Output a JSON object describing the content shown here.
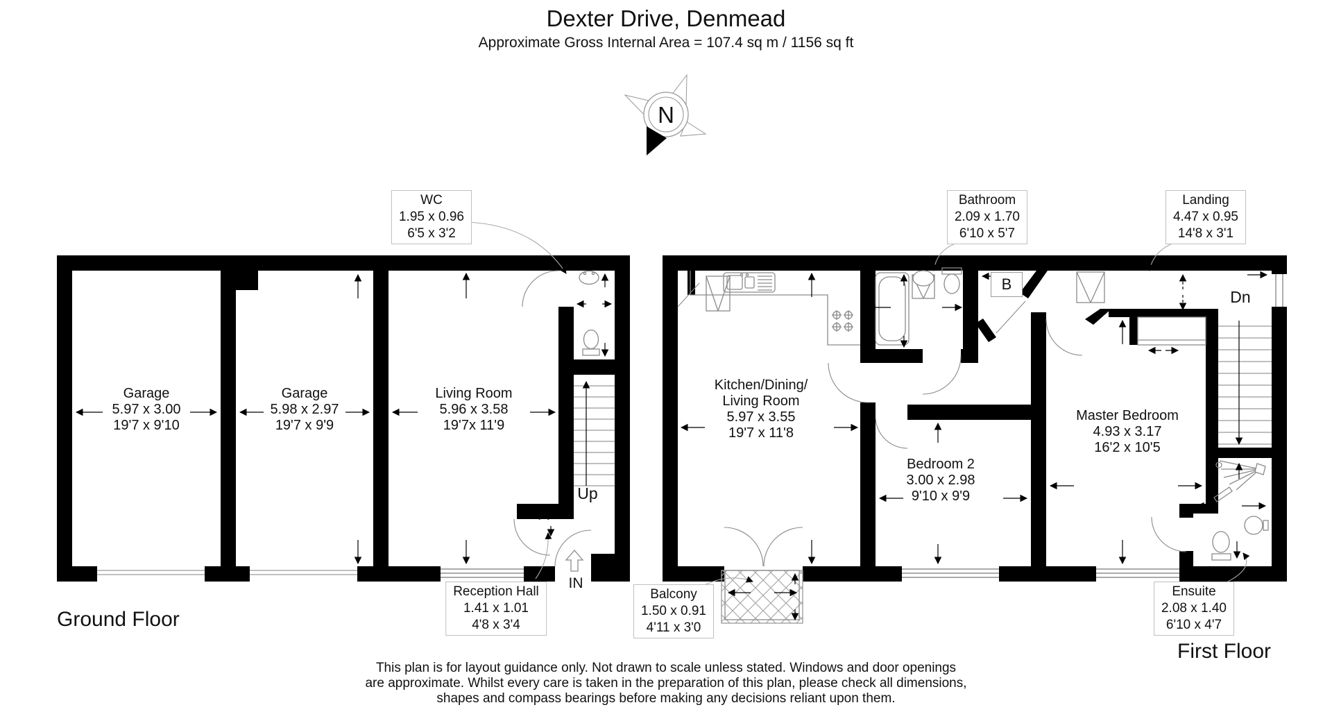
{
  "header": {
    "title": "Dexter Drive, Denmead",
    "subtitle": "Approximate Gross Internal Area = 107.4 sq m / 1156 sq ft"
  },
  "compass": {
    "label": "N"
  },
  "ground_floor": {
    "floor_label": "Ground Floor",
    "stairs_label": "Up",
    "entrance_label": "IN",
    "rooms": {
      "garage1": {
        "name": "Garage",
        "metric": "5.97 x 3.00",
        "imperial": "19'7 x 9'10"
      },
      "garage2": {
        "name": "Garage",
        "metric": "5.98 x 2.97",
        "imperial": "19'7 x 9'9"
      },
      "living_room": {
        "name": "Living Room",
        "metric": "5.96 x 3.58",
        "imperial": "19'7x 11'9"
      },
      "wc": {
        "name": "WC",
        "metric": "1.95 x 0.96",
        "imperial": "6'5 x 3'2"
      },
      "reception_hall": {
        "name": "Reception Hall",
        "metric": "1.41 x 1.01",
        "imperial": "4'8 x 3'4"
      }
    }
  },
  "first_floor": {
    "floor_label": "First Floor",
    "stairs_label": "Dn",
    "boiler_label": "B",
    "rooms": {
      "kitchen_dining_living": {
        "name": "Kitchen/Dining/\nLiving Room",
        "metric": "5.97 x 3.55",
        "imperial": "19'7 x 11'8"
      },
      "bathroom": {
        "name": "Bathroom",
        "metric": "2.09 x 1.70",
        "imperial": "6'10 x 5'7"
      },
      "landing": {
        "name": "Landing",
        "metric": "4.47 x 0.95",
        "imperial": "14'8 x 3'1"
      },
      "bedroom2": {
        "name": "Bedroom 2",
        "metric": "3.00 x 2.98",
        "imperial": "9'10 x 9'9"
      },
      "master_bedroom": {
        "name": "Master Bedroom",
        "metric": "4.93 x 3.17",
        "imperial": "16'2 x 10'5"
      },
      "ensuite": {
        "name": "Ensuite",
        "metric": "2.08 x 1.40",
        "imperial": "6'10 x 4'7"
      },
      "balcony": {
        "name": "Balcony",
        "metric": "1.50 x 0.91",
        "imperial": "4'11 x 3'0"
      }
    }
  },
  "disclaimer": {
    "line1": "This plan is for layout guidance only. Not drawn to scale unless stated. Windows and door openings",
    "line2": "are approximate. Whilst every care is taken in the preparation of this plan, please check all dimensions,",
    "line3": "shapes and compass bearings before making any decisions reliant upon them."
  },
  "colors": {
    "wall": "#000000",
    "fixture_line": "#8a8a8a",
    "label_box_border": "#c0c0c0"
  }
}
